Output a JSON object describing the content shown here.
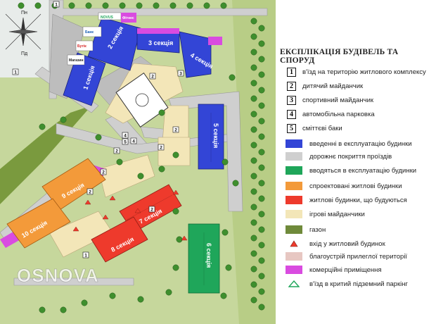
{
  "compass": {
    "n": "Пн",
    "s": "Пд"
  },
  "map": {
    "sections": [
      {
        "id": "s1",
        "label": "1 секція",
        "status": "commissioned"
      },
      {
        "id": "s2",
        "label": "2 секція",
        "status": "commissioned"
      },
      {
        "id": "s3",
        "label": "3 секція",
        "status": "commissioned"
      },
      {
        "id": "s4",
        "label": "4 секція",
        "status": "commissioned"
      },
      {
        "id": "s5",
        "label": "5 секція",
        "status": "commissioned"
      },
      {
        "id": "s6",
        "label": "6 секція",
        "status": "commissioning"
      },
      {
        "id": "s7",
        "label": "7 секція",
        "status": "under-construction"
      },
      {
        "id": "s8",
        "label": "8 секція",
        "status": "under-construction"
      },
      {
        "id": "s9",
        "label": "9 секція",
        "status": "designed"
      },
      {
        "id": "s10",
        "label": "10 секція",
        "status": "designed"
      }
    ],
    "store_signs": [
      {
        "id": "novus",
        "label": "NOVUS"
      },
      {
        "id": "fitness",
        "label": "Фітнес"
      },
      {
        "id": "b2",
        "label": "Банк"
      },
      {
        "id": "b3",
        "label": "Бутік"
      },
      {
        "id": "b4",
        "label": "Магазин"
      }
    ],
    "markers": [
      {
        "id": "m1",
        "num": "1"
      },
      {
        "id": "m2",
        "num": "1"
      },
      {
        "id": "m3",
        "num": "2"
      },
      {
        "id": "m4",
        "num": "2"
      },
      {
        "id": "m5",
        "num": "2"
      },
      {
        "id": "m6",
        "num": "2"
      },
      {
        "id": "m7",
        "num": "3"
      },
      {
        "id": "m8",
        "num": "4"
      },
      {
        "id": "m9",
        "num": "5"
      },
      {
        "id": "m10",
        "num": "4"
      },
      {
        "id": "m11",
        "num": "2"
      },
      {
        "id": "m12",
        "num": "2"
      },
      {
        "id": "m13",
        "num": "1"
      },
      {
        "id": "m14",
        "num": "2"
      }
    ],
    "watermark": "OSNOVA"
  },
  "legend": {
    "title": "ЕКСПЛІКАЦІЯ БУДІВЕЛЬ ТА СПОРУД",
    "numbered": [
      {
        "num": "1",
        "text": "в'їзд на територію житлового комплексу"
      },
      {
        "num": "2",
        "text": "дитячий майданчик"
      },
      {
        "num": "3",
        "text": "спортивний майданчик"
      },
      {
        "num": "4",
        "text": "автомобільна парковка"
      },
      {
        "num": "5",
        "text": "сміттєві баки"
      }
    ],
    "colors": [
      {
        "color": "#3345d6",
        "text": "введенні в експлуатацію будинки"
      },
      {
        "color": "#cfcfcf",
        "text": "дорожнє покриття проїздів"
      },
      {
        "color": "#1fa65a",
        "text": "вводяться в експлуатацію будинки"
      },
      {
        "color": "#f39a3a",
        "text": "спроектовані житлові будинки"
      },
      {
        "color": "#ee3a2c",
        "text": "житлові будинки, що будуються"
      },
      {
        "color": "#f3e6b8",
        "text": "ігрові майданчики"
      },
      {
        "color": "#6f8a3a",
        "text": "газон"
      },
      {
        "icon": "entrance",
        "text": "вхід у житловий будинок"
      },
      {
        "color": "#e7c7c2",
        "text": "благоустрій прилеглої території"
      },
      {
        "color": "#d94be0",
        "text": "комерційні приміщення"
      },
      {
        "icon": "parking",
        "text": "в'їзд в критий підземний паркінг"
      }
    ]
  }
}
